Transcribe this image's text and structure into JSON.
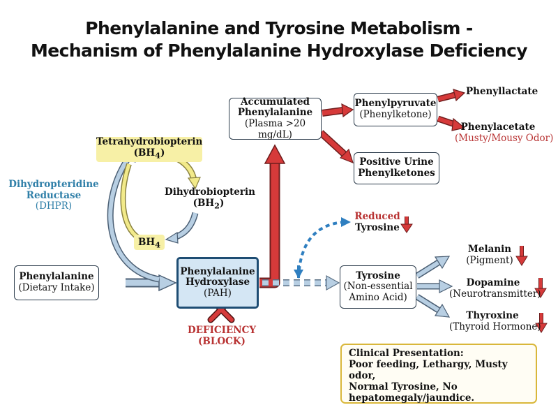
{
  "title": {
    "line1": "Phenylalanine and Tyrosine Metabolism -",
    "line2": "Mechanism of Phenylalanine Hydroxylase Deficiency"
  },
  "nodes": {
    "phenylalanine": {
      "name": "Phenylalanine",
      "sub": "(Dietary Intake)"
    },
    "pah": {
      "line1": "Phenylalanine",
      "line2": "Hydroxylase",
      "sub": "(PAH)"
    },
    "deficiency": {
      "line1": "DEFICIENCY",
      "line2": "(BLOCK)"
    },
    "tetrahydrobiopterin": {
      "name": "Tetrahydrobiopterin",
      "abbr": "(BH",
      "sub": "4",
      "close": ")"
    },
    "dihydrobiopterin": {
      "name": "Dihydrobiopterin",
      "abbr": "(BH",
      "sub": "2",
      "close": ")"
    },
    "bh4": {
      "abbr": "BH",
      "sub": "4"
    },
    "dhpr": {
      "line1": "Dihydropteridine",
      "line2": "Reductase",
      "sub": "(DHPR)"
    },
    "accumulated": {
      "line1": "Accumulated",
      "line2": "Phenylalanine",
      "sub": "(Plasma >20 mg/dL)"
    },
    "phenylpyruvate": {
      "name": "Phenylpyruvate",
      "sub": "(Phenylketone)"
    },
    "phenyllactate": {
      "name": "Phenyllactate"
    },
    "phenylacetate": {
      "name": "Phenylacetate",
      "sub": "(Musty/Mousy Odor)"
    },
    "urine": {
      "line1": "Positive Urine",
      "line2": "Phenylketones"
    },
    "reduced": {
      "line1": "Reduced",
      "line2": "Tyrosine"
    },
    "tyrosine": {
      "name": "Tyrosine",
      "sub1": "(Non-essential",
      "sub2": "Amino Acid)"
    },
    "melanin": {
      "name": "Melanin",
      "sub": "(Pigment)"
    },
    "dopamine": {
      "name": "Dopamine",
      "sub": "(Neurotransmitter)"
    },
    "thyroxine": {
      "name": "Thyroxine",
      "sub": "(Thyroid Hormone)"
    }
  },
  "clinical": {
    "heading": "Clinical Presentation:",
    "line1": "Poor feeding, Lethargy, Musty odor,",
    "line2": "Normal Tyrosine, No",
    "line3": "hepatomegaly/jaundice."
  },
  "colors": {
    "red_arrow": "#d63a3a",
    "blue_arrow": "#b8cfe3",
    "dashed_blue": "#2f7fc0",
    "yellow_arrow": "#f2ea8a",
    "pah_fill": "#d4e6f4",
    "bh4_fill": "#f7f0a6",
    "clinical_border": "#d9b73a",
    "deficiency_text": "#b83232",
    "dhpr_text": "#2f7fa8"
  },
  "icons": [
    "block-x-icon",
    "down-arrow-icon"
  ]
}
